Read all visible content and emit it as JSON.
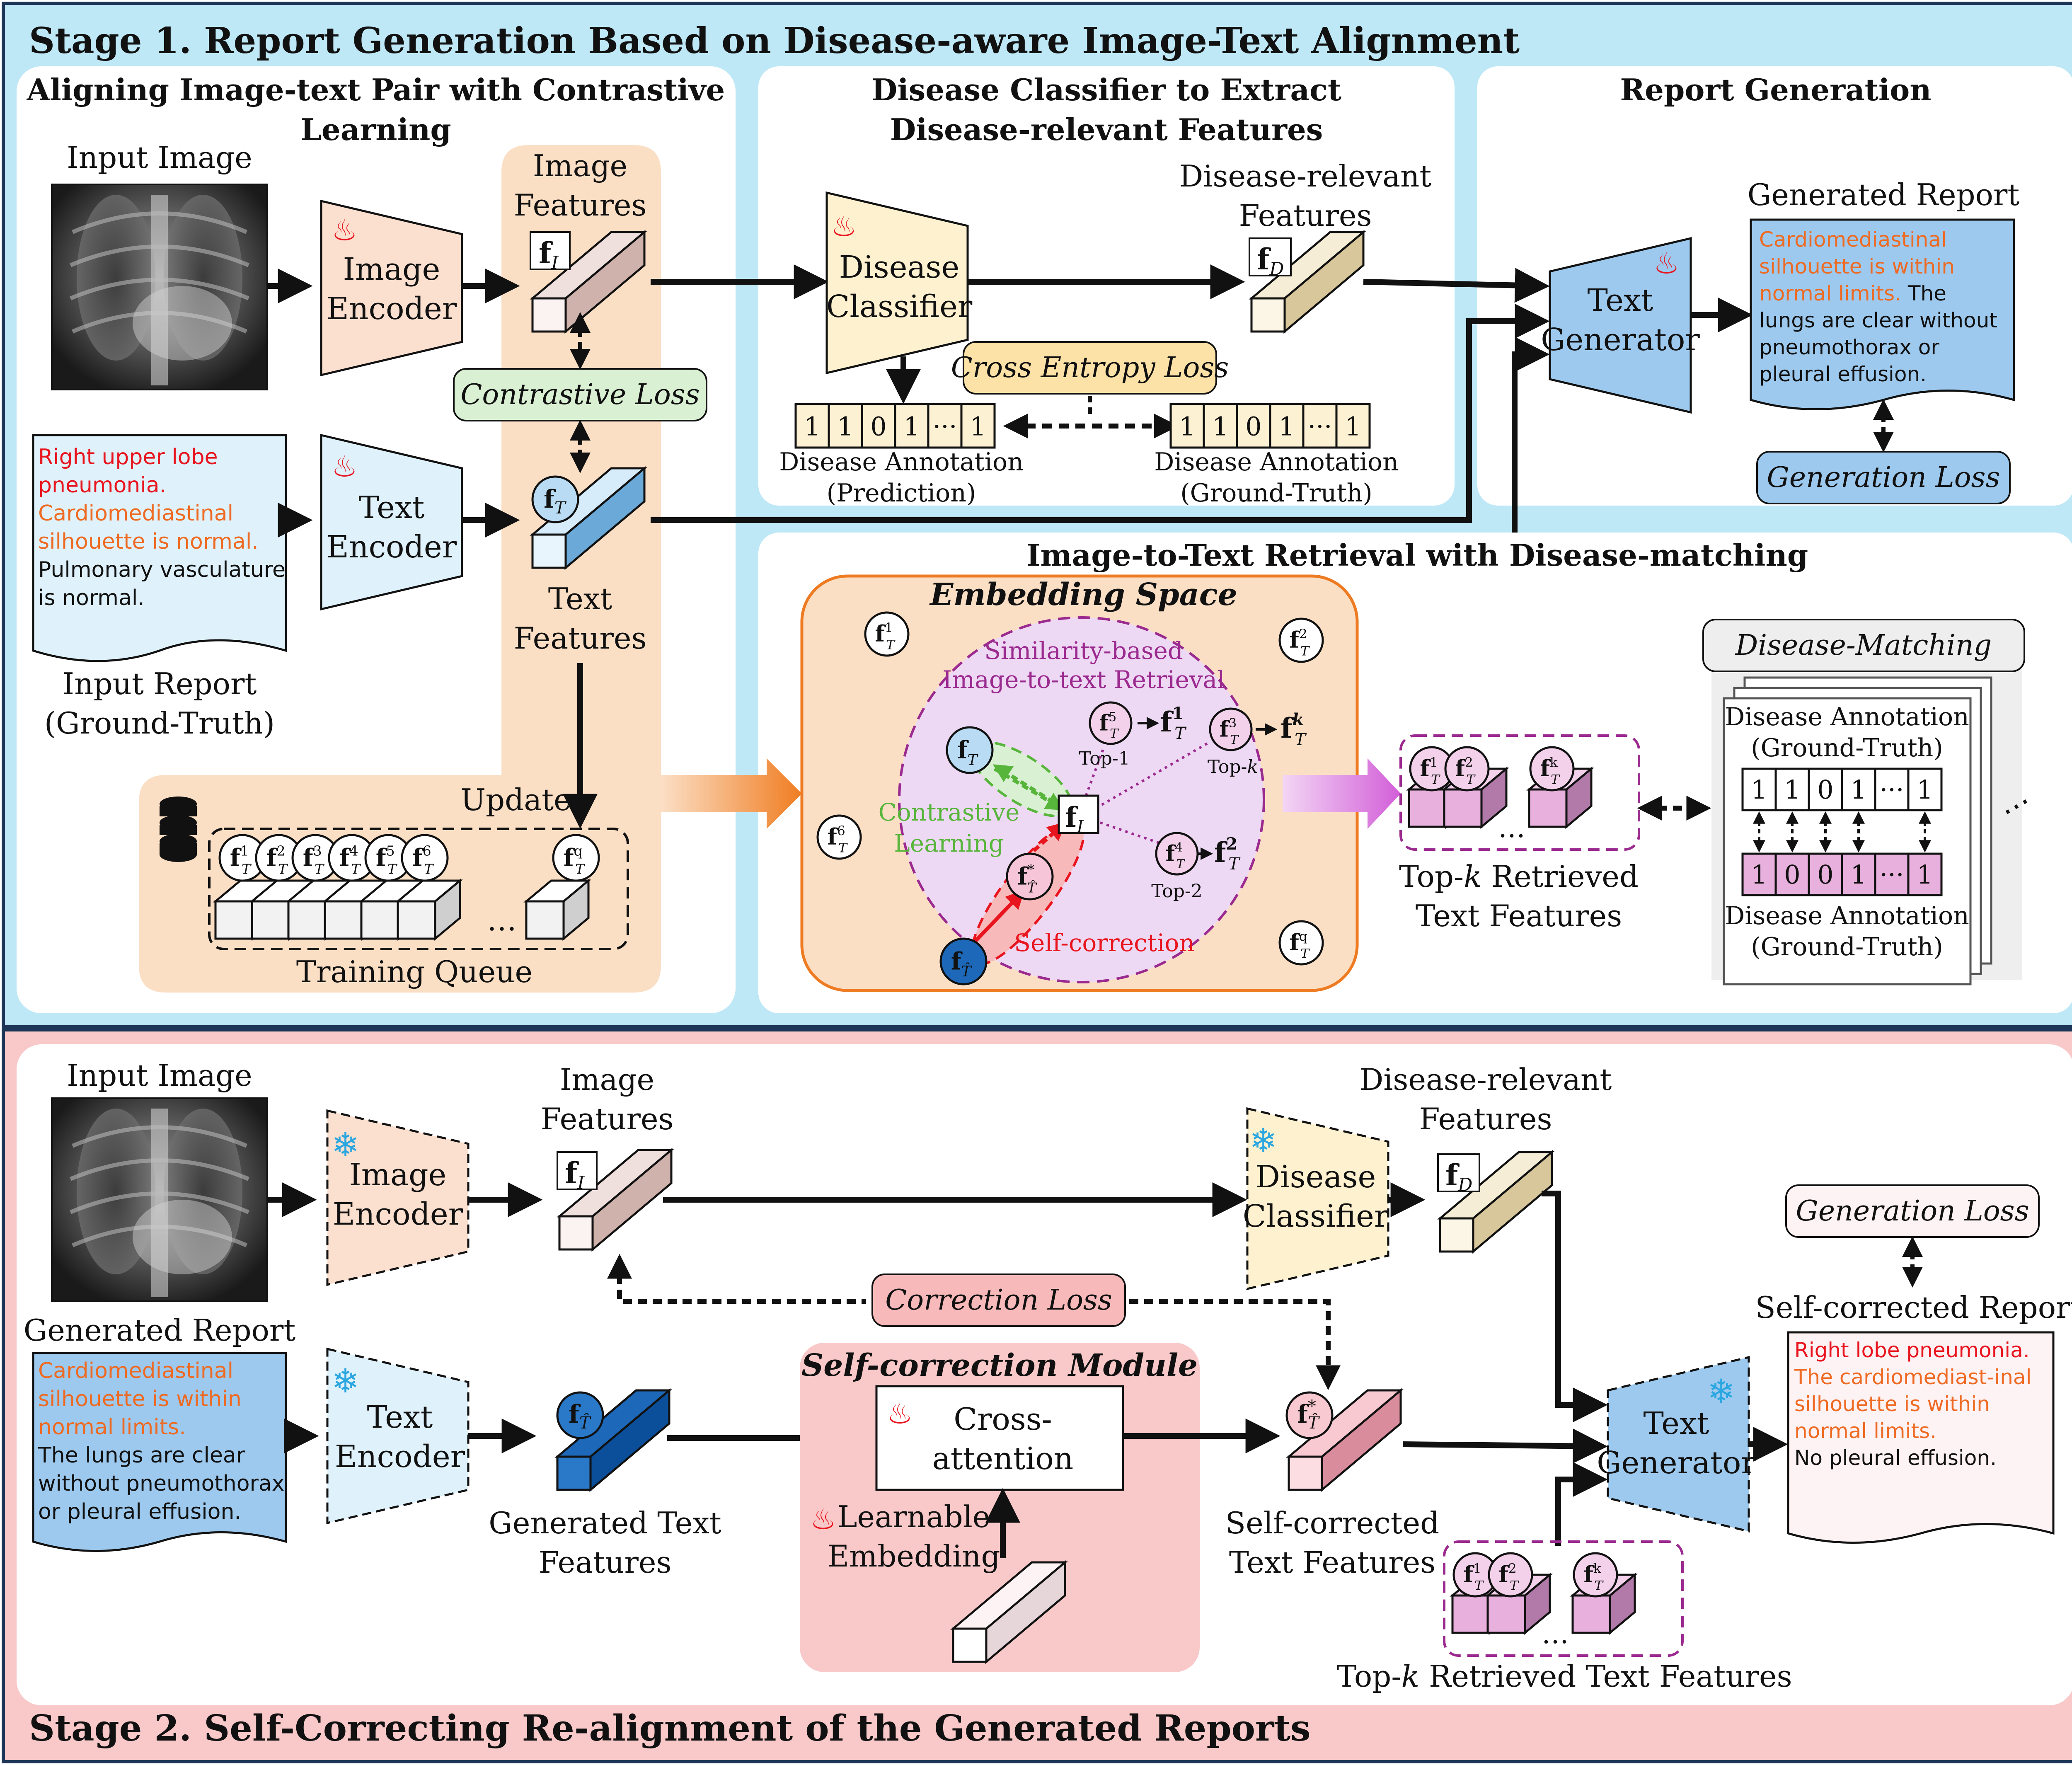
{
  "stage1": {
    "title": "Stage 1. Report Generation Based on Disease-aware Image-Text Alignment",
    "align": {
      "title_l1": "Aligning Image-text Pair with Contrastive",
      "title_l2": "Learning",
      "input_image": "Input Image",
      "image_encoder_l1": "Image",
      "image_encoder_l2": "Encoder",
      "image_features_l1": "Image",
      "image_features_l2": "Features",
      "contrastive_loss": "Contrastive Loss",
      "report_lines": [
        {
          "text": "Right upper lobe",
          "color": "#e8141e"
        },
        {
          "text": "pneumonia.",
          "color": "#e8141e"
        },
        {
          "text": "Cardiomediastinal",
          "color": "#ee6a22"
        },
        {
          "text": "silhouette is normal.",
          "color": "#ee6a22"
        },
        {
          "text": "Pulmonary vasculature",
          "color": "#111111"
        },
        {
          "text": "is normal.",
          "color": "#111111"
        }
      ],
      "text_encoder_l1": "Text",
      "text_encoder_l2": "Encoder",
      "text_features_l1": "Text",
      "text_features_l2": "Features",
      "input_report_l1": "Input Report",
      "input_report_l2": "(Ground-Truth)",
      "update": "Update",
      "training_queue": "Training Queue"
    },
    "classifier": {
      "title_l1": "Disease Classifier to Extract",
      "title_l2": "Disease-relevant Features",
      "classifier_l1": "Disease",
      "classifier_l2": "Classifier",
      "features_l1": "Disease-relevant",
      "features_l2": "Features",
      "cross_entropy": "Cross Entropy Loss",
      "pred_cells": [
        "1",
        "1",
        "0",
        "1",
        "···",
        "1"
      ],
      "gt_cells": [
        "1",
        "1",
        "0",
        "1",
        "···",
        "1"
      ],
      "pred_label_l1": "Disease Annotation",
      "pred_label_l2": "(Prediction)",
      "gt_label_l1": "Disease Annotation",
      "gt_label_l2": "(Ground-Truth)"
    },
    "generation": {
      "title": "Report Generation",
      "generated_report": "Generated Report",
      "text_generator_l1": "Text",
      "text_generator_l2": "Generator",
      "report_lines": [
        {
          "text": "Cardiomediastinal",
          "color": "#ee6a22"
        },
        {
          "text": "silhouette is within",
          "color": "#ee6a22"
        },
        {
          "text": "normal limits.",
          "color": "#ee6a22",
          "tail": " The",
          "tail_color": "#111111"
        },
        {
          "text": "lungs are clear without",
          "color": "#111111"
        },
        {
          "text": "pneumothorax or",
          "color": "#111111"
        },
        {
          "text": "pleural effusion.",
          "color": "#111111"
        }
      ],
      "generation_loss": "Generation Loss"
    },
    "retrieval": {
      "title": "Image-to-Text Retrieval with Disease-matching",
      "embedding_space": "Embedding Space",
      "similarity_l1": "Similarity-based",
      "similarity_l2": "Image-to-text Retrieval",
      "contrastive_l1": "Contrastive",
      "contrastive_l2": "Learning",
      "self_correction": "Self-correction",
      "top1": "Top-1",
      "topk": "Top-",
      "top2": "Top-2",
      "topk_l1": "Top-",
      "topk_l1_tail": " Retrieved",
      "topk_l2": "Text Features",
      "disease_matching": "Disease-Matching",
      "dm_gt_l1": "Disease Annotation",
      "dm_gt_l2": "(Ground-Truth)",
      "dm_cells_top": [
        "1",
        "1",
        "0",
        "1",
        "···",
        "1"
      ],
      "dm_cells_bottom": [
        "1",
        "0",
        "0",
        "1",
        "···",
        "1"
      ],
      "dm_gt2_l1": "Disease Annotation",
      "dm_gt2_l2": "(Ground-Truth)"
    }
  },
  "stage2": {
    "title": "Stage 2. Self-Correcting Re-alignment of the Generated Reports",
    "input_image": "Input Image",
    "image_encoder_l1": "Image",
    "image_encoder_l2": "Encoder",
    "image_features_l1": "Image",
    "image_features_l2": "Features",
    "disease_classifier_l1": "Disease",
    "disease_classifier_l2": "Classifier",
    "disease_features_l1": "Disease-relevant",
    "disease_features_l2": "Features",
    "generated_report": "Generated Report",
    "gen_report_lines": [
      {
        "text": "Cardiomediastinal",
        "color": "#ee6a22"
      },
      {
        "text": "silhouette is within",
        "color": "#ee6a22"
      },
      {
        "text": "normal limits.",
        "color": "#ee6a22"
      },
      {
        "text": "The lungs are clear",
        "color": "#111111"
      },
      {
        "text": "without pneumothorax",
        "color": "#111111"
      },
      {
        "text": "or pleural effusion.",
        "color": "#111111"
      }
    ],
    "text_encoder_l1": "Text",
    "text_encoder_l2": "Encoder",
    "gen_text_features_l1": "Generated Text",
    "gen_text_features_l2": "Features",
    "correction_loss": "Correction Loss",
    "module_title": "Self-correction Module",
    "cross_attention_l1": "Cross-",
    "cross_attention_l2": "attention",
    "learnable_l1": "Learnable",
    "learnable_l2": "Embedding",
    "self_corrected_features_l1": "Self-corrected",
    "self_corrected_features_l2": "Text Features",
    "generation_loss": "Generation Loss",
    "self_corrected_report": "Self-corrected Report",
    "text_generator_l1": "Text",
    "text_generator_l2": "Generator",
    "corrected_report_lines": [
      {
        "text": "Right lobe pneumonia.",
        "color": "#e8141e"
      },
      {
        "text": "The cardiomediast-inal",
        "color": "#ee6a22"
      },
      {
        "text": "silhouette is within",
        "color": "#ee6a22"
      },
      {
        "text": "normal limits.",
        "color": "#ee6a22"
      },
      {
        "text": "No pleural effusion.",
        "color": "#111111"
      }
    ],
    "topk_l1": "Top-",
    "topk_l1_tail": " Retrieved Text Features"
  },
  "colors": {
    "stage1_bg": "#bfe8f7",
    "stage2_bg": "#f9c9c9",
    "orange_panel": "#fbdfc5",
    "green_box": "#d9f0d3",
    "yellow_box": "#fce2a7",
    "blue_box": "#9dc9ee",
    "pink_box": "#f7b9b9",
    "lavender": "#ecd9f3",
    "pink_cube": "#e8b0dc"
  }
}
